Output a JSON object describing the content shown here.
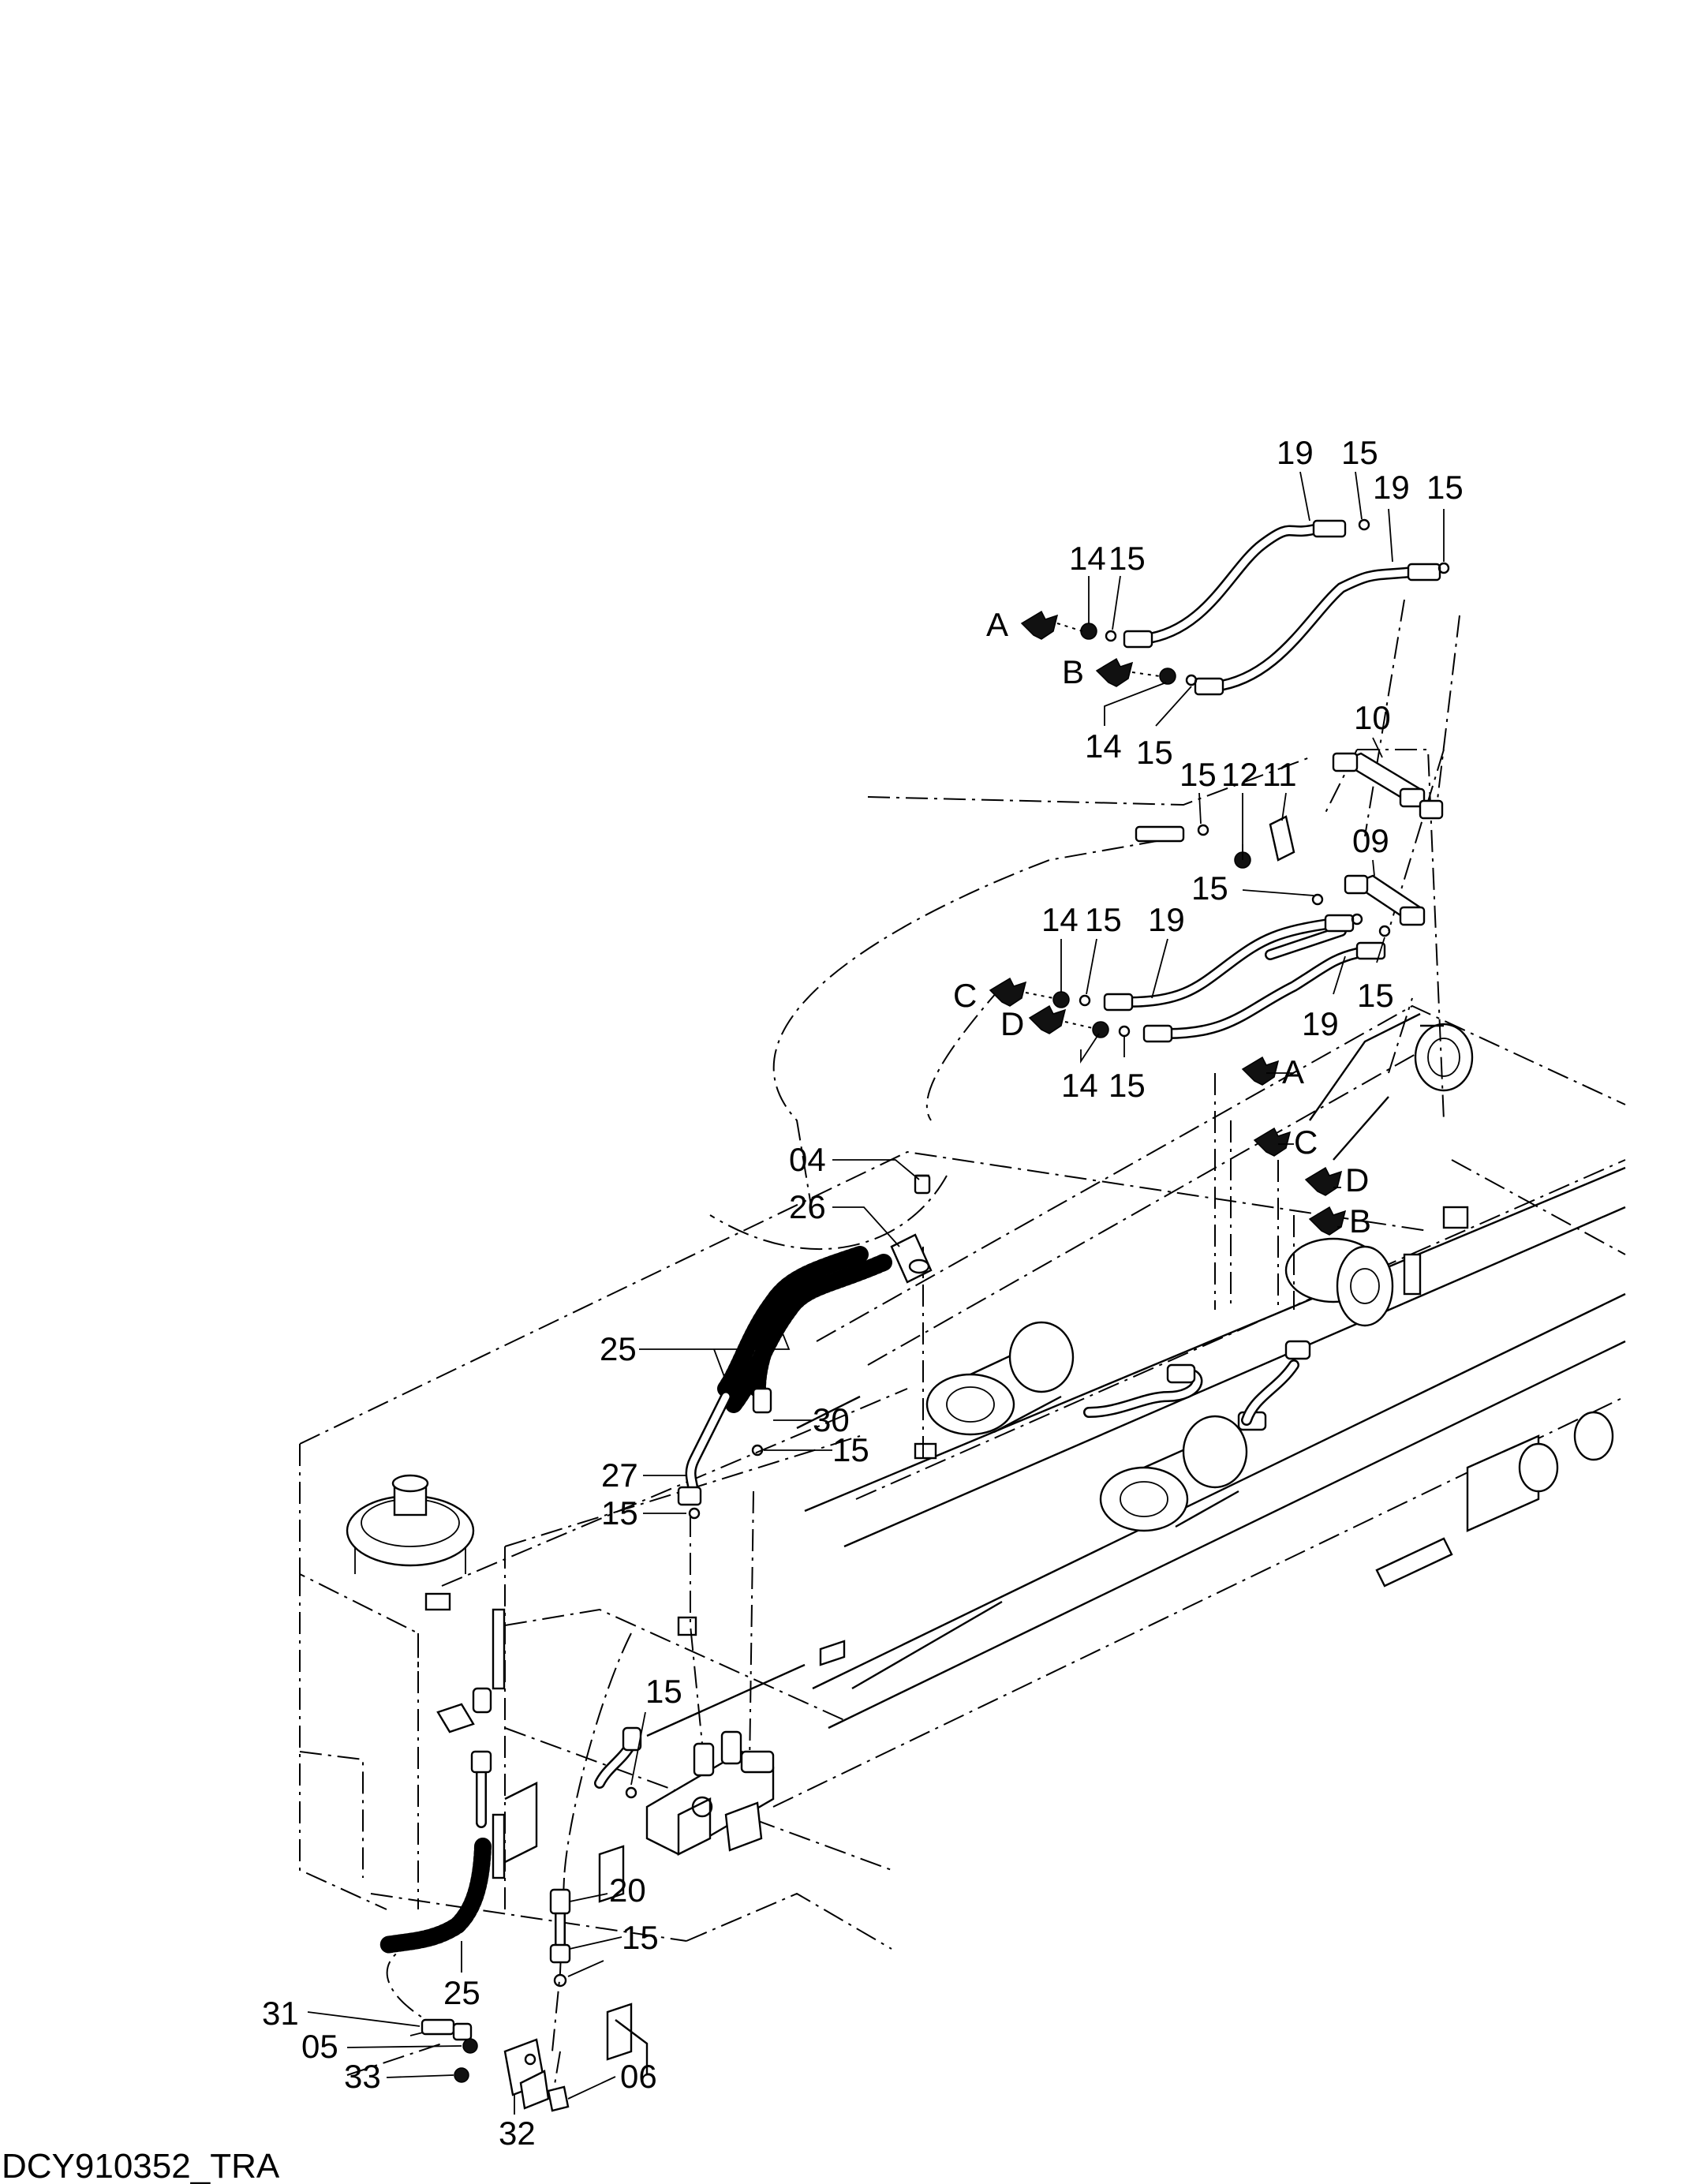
{
  "labels": {
    "l_19a": "19",
    "l_15a": "15",
    "l_19b": "19",
    "l_15b": "15",
    "l_14a": "14",
    "l_15c": "15",
    "l_A1": "A",
    "l_B1": "B",
    "l_14b": "14",
    "l_15d": "15",
    "l_10": "10",
    "l_15e": "15",
    "l_12": "12",
    "l_11": "11",
    "l_09": "09",
    "l_15f": "15",
    "l_14c": "14",
    "l_15g": "15",
    "l_19c": "19",
    "l_C1": "C",
    "l_D1": "D",
    "l_15h": "15",
    "l_19d": "19",
    "l_14d": "14",
    "l_15i": "15",
    "l_A2": "A",
    "l_C2": "C",
    "l_D2": "D",
    "l_B2": "B",
    "l_04": "04",
    "l_26": "26",
    "l_25a": "25",
    "l_30": "30",
    "l_15j": "15",
    "l_27": "27",
    "l_15k": "15",
    "l_15l": "15",
    "l_20": "20",
    "l_15m": "15",
    "l_25b": "25",
    "l_31": "31",
    "l_05": "05",
    "l_33": "33",
    "l_06": "06",
    "l_32": "32"
  },
  "caption": "DCY910352_TRA"
}
